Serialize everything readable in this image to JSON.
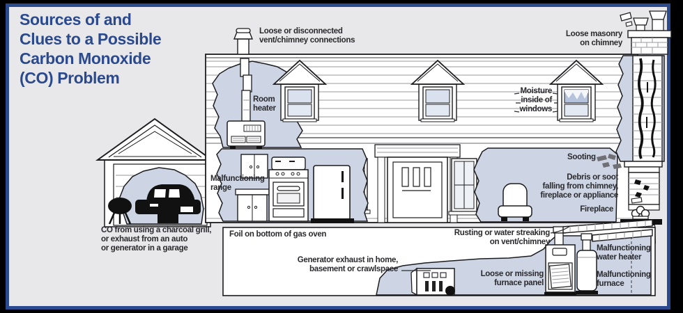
{
  "title": {
    "text": "Sources of and\nClues to a Possible\nCarbon Monoxide\n(CO) Problem",
    "color": "#2b4a8e"
  },
  "labels": {
    "vent_connections": {
      "text": "Loose or disconnected\nvent/chimney connections"
    },
    "loose_masonry": {
      "text": "Loose masonry\non chimney"
    },
    "room_heater": {
      "text": "Room\nheater"
    },
    "moisture_windows": {
      "text": "Moisture\ninside of\nwindows"
    },
    "malfunctioning_range": {
      "text": "Malfunctioning\nrange"
    },
    "sooting": {
      "text": "Sooting"
    },
    "debris_soot": {
      "text": "Debris or soot\nfalling from chimney,\nfireplace or appliance"
    },
    "fireplace": {
      "text": "Fireplace"
    },
    "co_garage": {
      "text": "CO from using a charcoal grill,\nor exhaust from an auto\nor generator in a garage"
    },
    "foil_oven": {
      "text": "Foil on bottom of gas oven"
    },
    "rusting_vent": {
      "text": "Rusting or water streaking\non vent/chimney"
    },
    "generator_exhaust": {
      "text": "Generator exhaust in home,\nbasement or crawlspace"
    },
    "furnace_panel": {
      "text": "Loose or missing\nfurnace panel"
    },
    "malfunctioning_water_heater": {
      "text": "Malfunctioning\nwater heater"
    },
    "malfunctioning_furnace": {
      "text": "Malfunctioning\nfurnace"
    }
  },
  "colors": {
    "frame_border": "#2b4a8e",
    "title_text": "#2b4a8e",
    "background": "#e8e8ea",
    "cutout_fill": "#cdd4e3",
    "label_text": "#2a2a2e",
    "line_ink": "#1c1c1f",
    "soot": "#6f6f74"
  },
  "icons": [
    "roof-vent-icon",
    "chimney-icon",
    "dormer-window-icon",
    "moisture-window-icon",
    "room-heater-icon",
    "range-icon",
    "refrigerator-icon",
    "cabinet-icon",
    "armchair-icon",
    "fireplace-icon",
    "sooting-icon",
    "car-icon",
    "charcoal-grill-icon",
    "generator-icon",
    "furnace-icon",
    "water-heater-icon",
    "duct-icon"
  ]
}
